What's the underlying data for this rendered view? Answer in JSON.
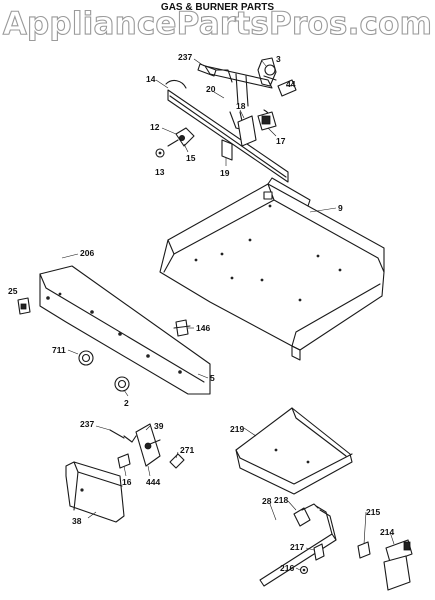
{
  "diagram": {
    "title": "GAS & BURNER PARTS",
    "watermark": "AppliancePartsPros.com",
    "callouts": [
      "237",
      "3",
      "14",
      "20",
      "44",
      "18",
      "17",
      "12",
      "15",
      "13",
      "19",
      "9",
      "206",
      "25",
      "146",
      "711",
      "5",
      "2",
      "237",
      "39",
      "271",
      "16",
      "444",
      "219",
      "38",
      "28",
      "218",
      "215",
      "214",
      "217",
      "216"
    ]
  }
}
